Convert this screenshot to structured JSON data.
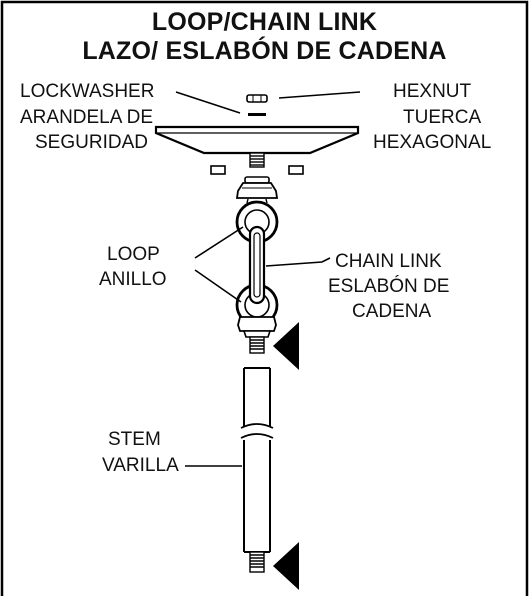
{
  "title": {
    "line1": "LOOP/CHAIN LINK",
    "line2": "LAZO/ ESLABÓN DE CADENA"
  },
  "labels": {
    "lockwasher": {
      "en": "LOCKWASHER",
      "es_line1": "ARANDELA DE",
      "es_line2": "SEGURIDAD"
    },
    "hexnut": {
      "en": "HEXNUT",
      "es_line1": "TUERCA",
      "es_line2": "HEXAGONAL"
    },
    "loop": {
      "en": "LOOP",
      "es": "ANILLO"
    },
    "chain_link": {
      "en": "CHAIN LINK",
      "es_line1": "ESLABÓN DE",
      "es_line2": "CADENA"
    },
    "stem": {
      "en": "STEM",
      "es": "VARILLA"
    }
  }
}
